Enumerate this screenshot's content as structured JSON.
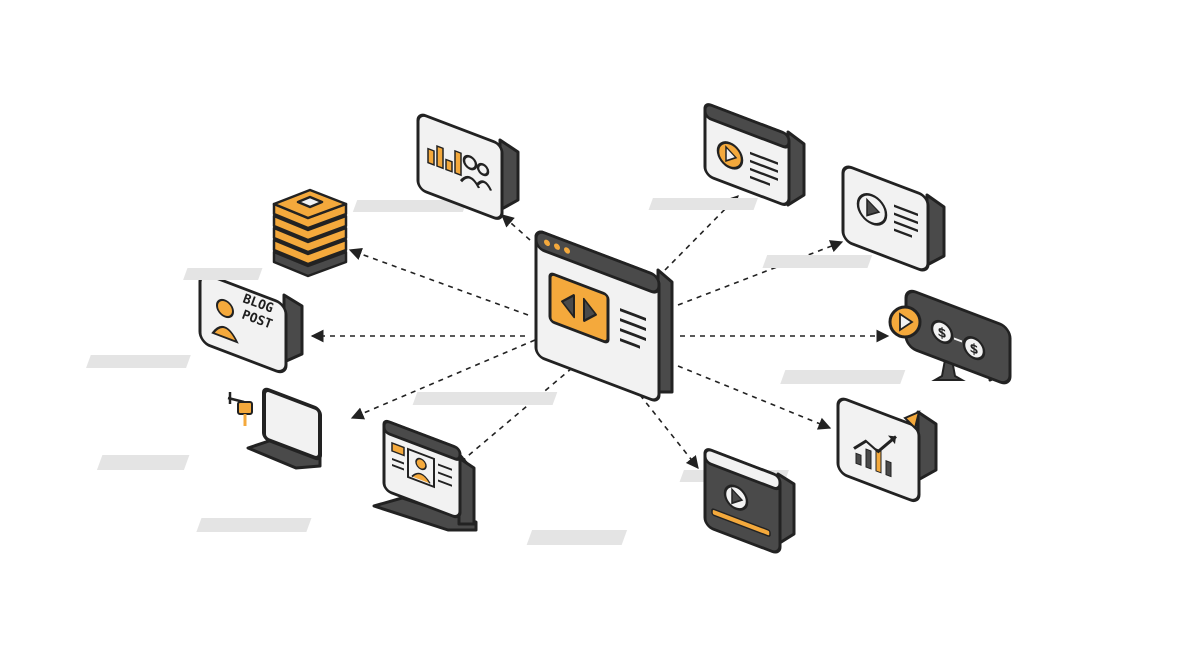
{
  "colors": {
    "accent": "#f4a93c",
    "outline": "#222222",
    "dark": "#4a4a4a",
    "panel": "#f2f2f2",
    "shadow": "#e4e4e4",
    "background": "#ffffff"
  },
  "hub": {
    "name": "central-web-player-window",
    "icon": "code-player-icon"
  },
  "nodes": [
    {
      "id": "analytics-team",
      "icon": "bar-chart-people-icon"
    },
    {
      "id": "video-article",
      "icon": "play-with-text-icon"
    },
    {
      "id": "video-preview",
      "icon": "play-circle-text-icon"
    },
    {
      "id": "monetization",
      "icon": "play-coins-icon"
    },
    {
      "id": "growth-chart",
      "icon": "rising-chart-icon"
    },
    {
      "id": "video-player",
      "icon": "media-player-icon"
    },
    {
      "id": "profile-laptop",
      "icon": "profile-laptop-icon"
    },
    {
      "id": "plugged-laptop",
      "icon": "laptop-plug-icon"
    },
    {
      "id": "blog-post",
      "icon": "blog-post-icon"
    },
    {
      "id": "database-stack",
      "icon": "database-stack-icon"
    }
  ],
  "blog_post": {
    "line1": "BLOG",
    "line2": "POST"
  }
}
